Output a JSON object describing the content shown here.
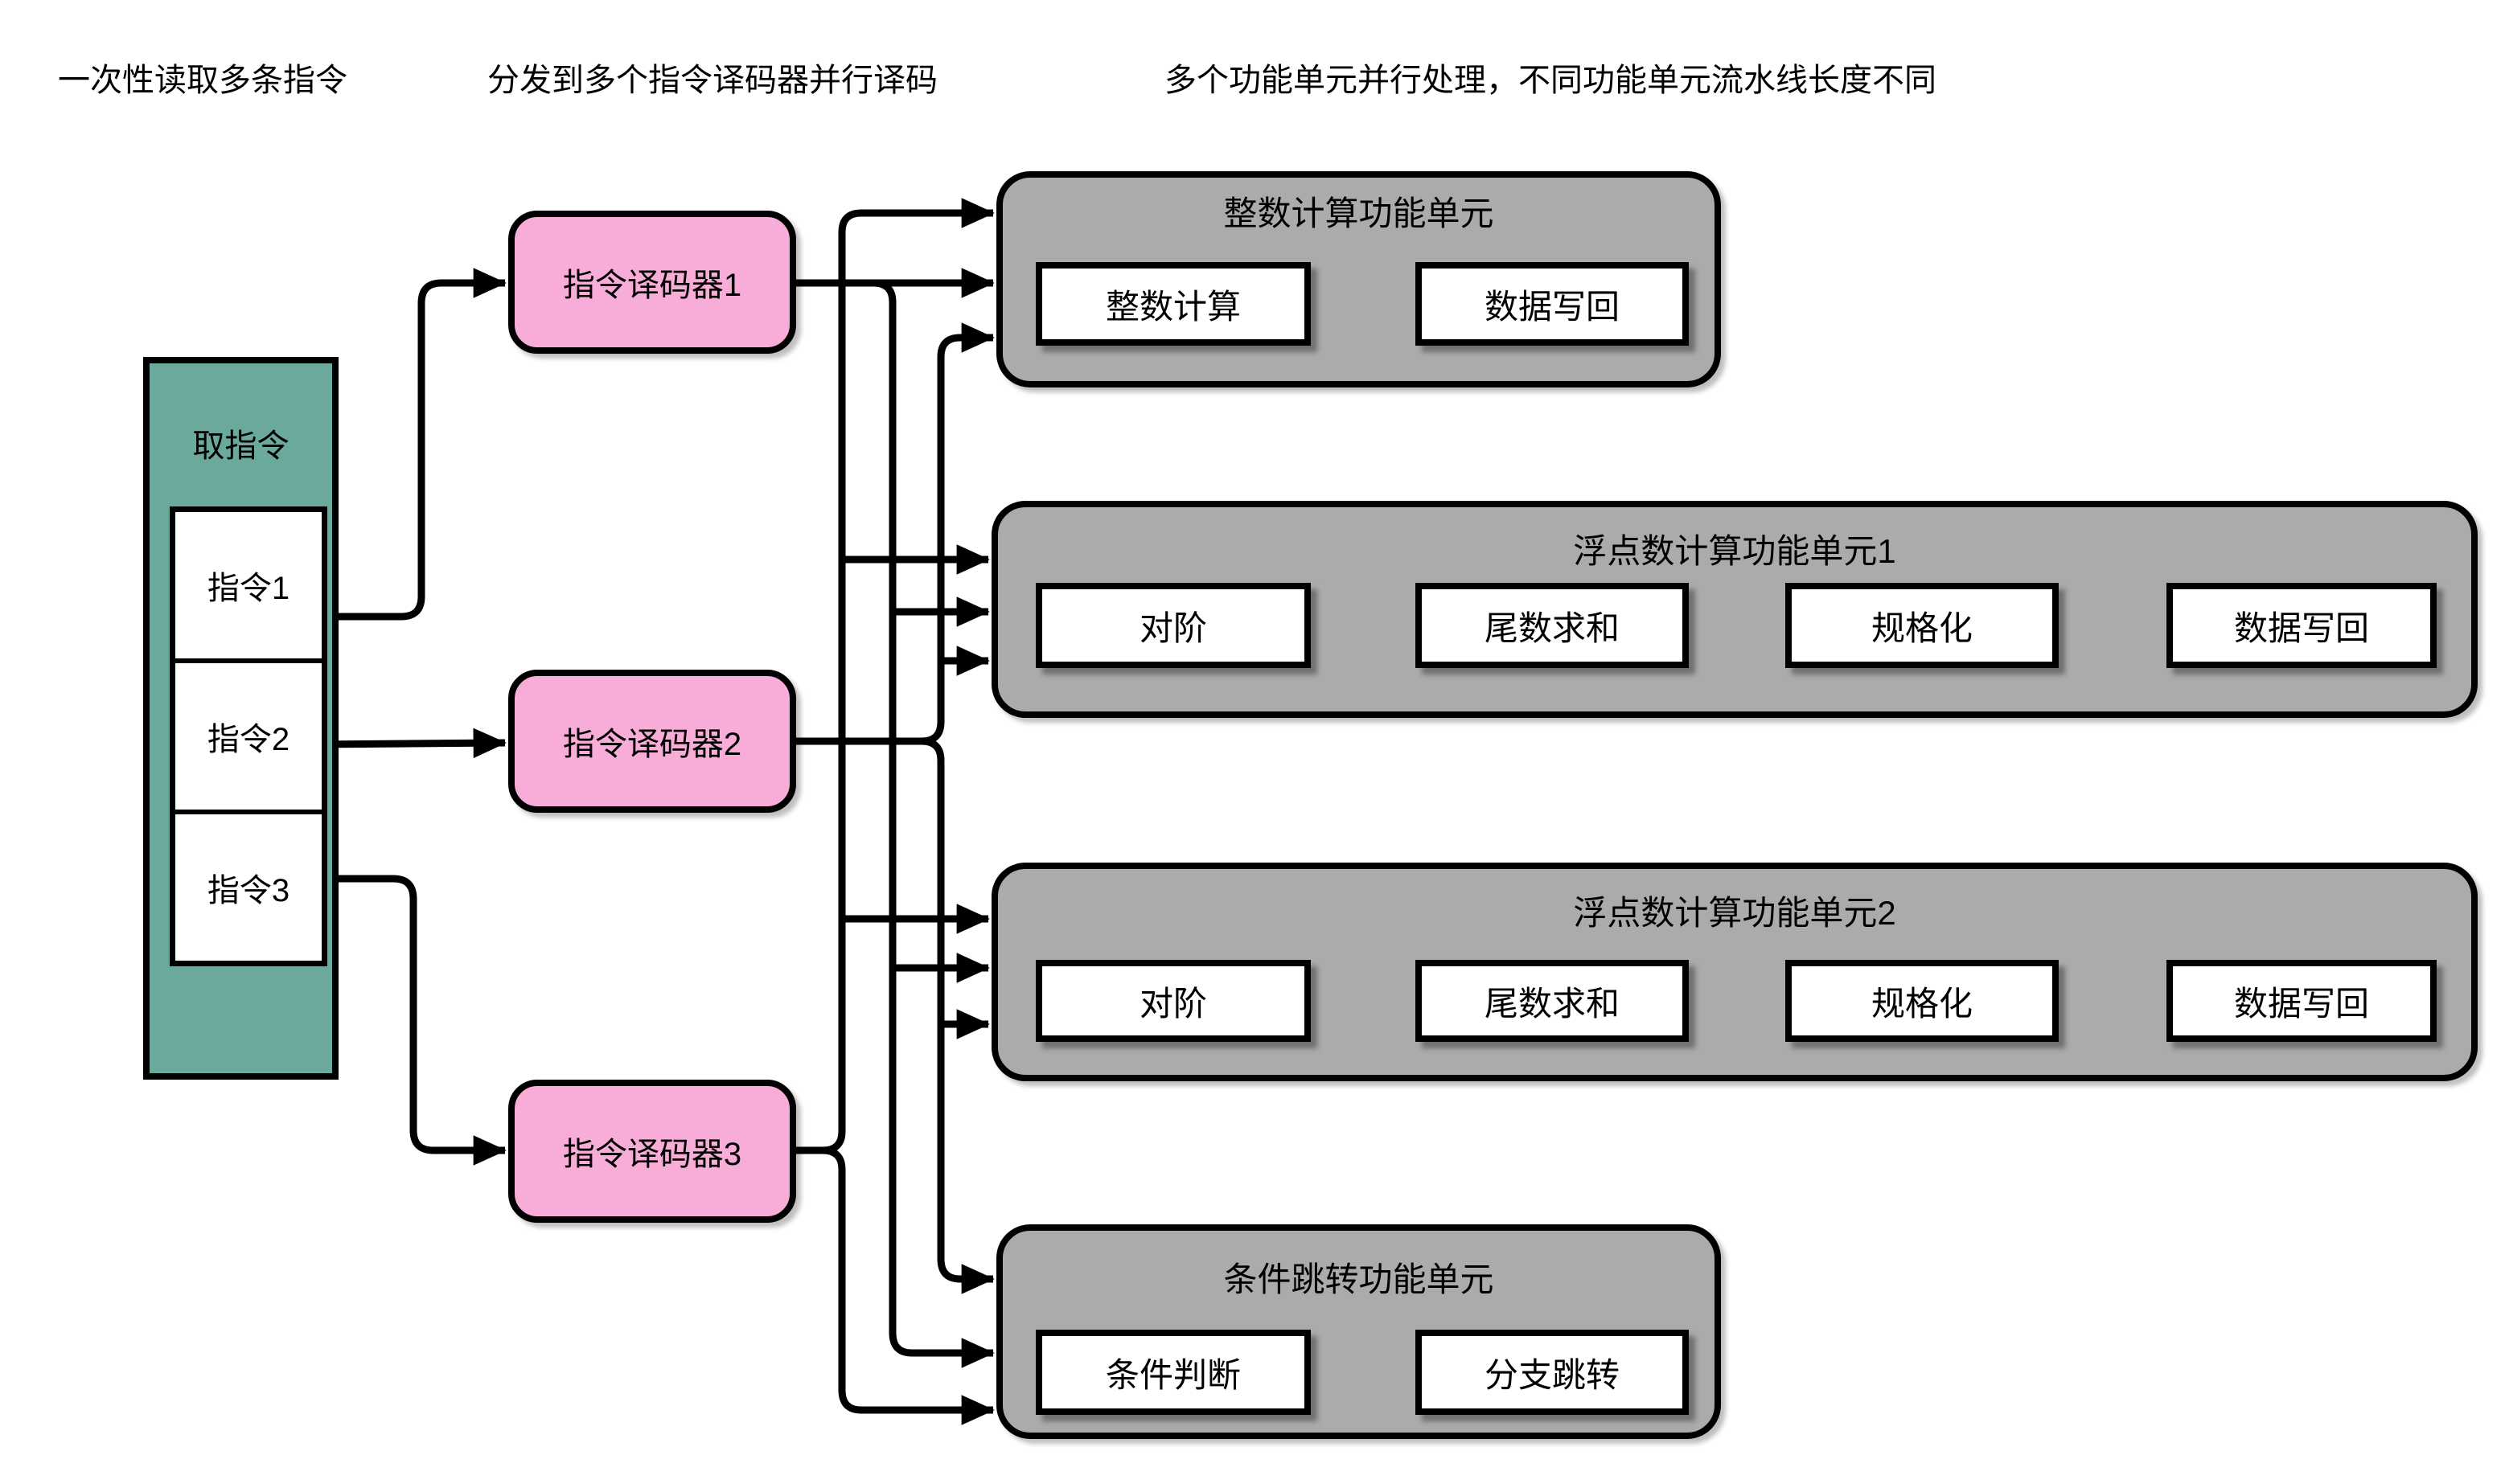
{
  "annotations": {
    "fetch": "一次性读取多条指令",
    "dispatch": "分发到多个指令译码器并行译码",
    "units": "多个功能单元并行处理，不同功能单元流水线长度不同"
  },
  "fetch_block": {
    "title": "取指令",
    "instructions": [
      "指令1",
      "指令2",
      "指令3"
    ]
  },
  "decoders": [
    {
      "label": "指令译码器1"
    },
    {
      "label": "指令译码器2"
    },
    {
      "label": "指令译码器3"
    }
  ],
  "units": [
    {
      "title": "整数计算功能单元",
      "stages": [
        "整数计算",
        "数据写回"
      ]
    },
    {
      "title": "浮点数计算功能单元1",
      "stages": [
        "对阶",
        "尾数求和",
        "规格化",
        "数据写回"
      ]
    },
    {
      "title": "浮点数计算功能单元2",
      "stages": [
        "对阶",
        "尾数求和",
        "规格化",
        "数据写回"
      ]
    },
    {
      "title": "条件跳转功能单元",
      "stages": [
        "条件判断",
        "分支跳转"
      ]
    }
  ],
  "colors": {
    "fetch_fill": "#6AA99C",
    "decoder_fill": "#F8ACD8",
    "unit_fill": "#ABABAB",
    "stage_fill": "#FFFFFF",
    "line": "#000000",
    "cursor_green": "#97D077"
  }
}
